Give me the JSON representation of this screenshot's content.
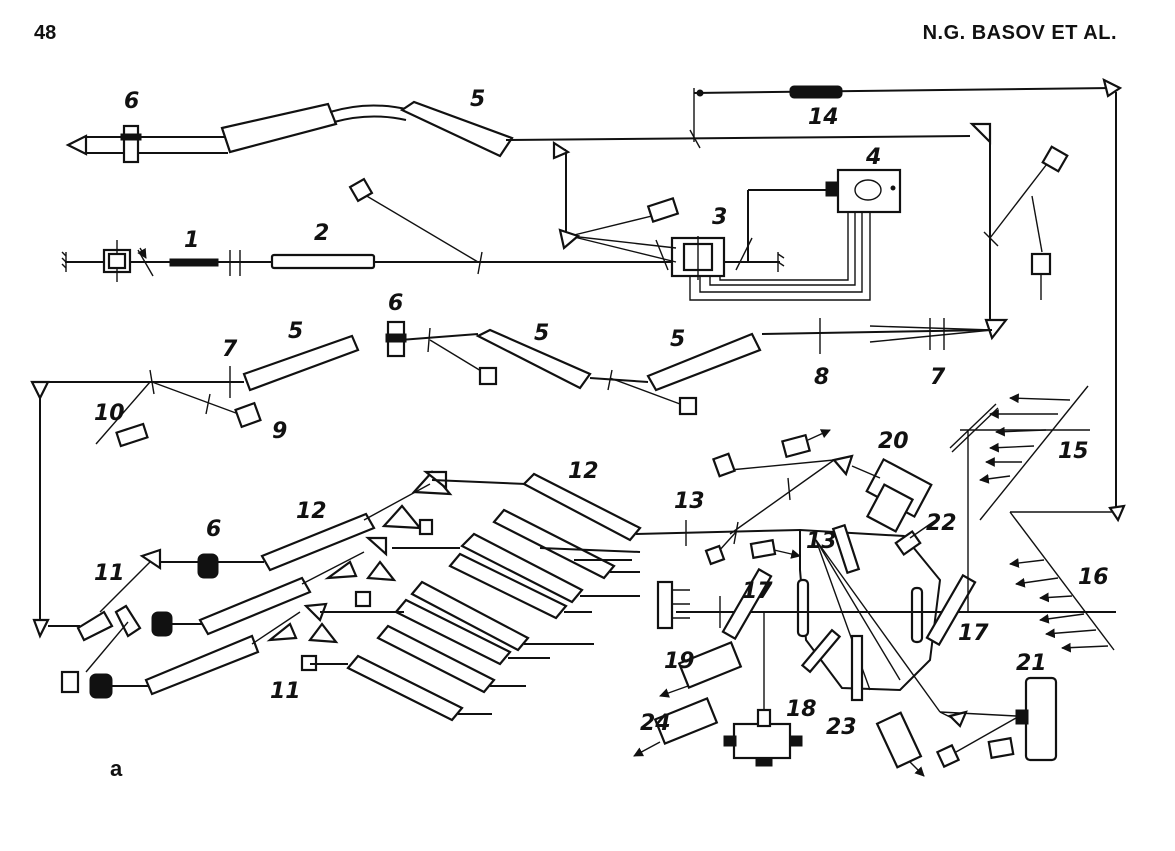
{
  "header": {
    "page_number": "48",
    "running_head": "N.G. BASOV ET AL."
  },
  "figure": {
    "panel_label": "a",
    "callouts": {
      "c1": "1",
      "c2": "2",
      "c3": "3",
      "c4": "4",
      "c5a": "5",
      "c5b": "5",
      "c5c": "5",
      "c5d": "5",
      "c6a": "6",
      "c6b": "6",
      "c6c": "6",
      "c7a": "7",
      "c7b": "7",
      "c8": "8",
      "c9": "9",
      "c10": "10",
      "c11a": "11",
      "c11b": "11",
      "c12a": "12",
      "c12b": "12",
      "c13a": "13",
      "c13b": "13",
      "c14": "14",
      "c15": "15",
      "c16": "16",
      "c17a": "17",
      "c17b": "17",
      "c18": "18",
      "c19": "19",
      "c20": "20",
      "c21": "21",
      "c22": "22",
      "c23": "23",
      "c24": "24"
    }
  }
}
